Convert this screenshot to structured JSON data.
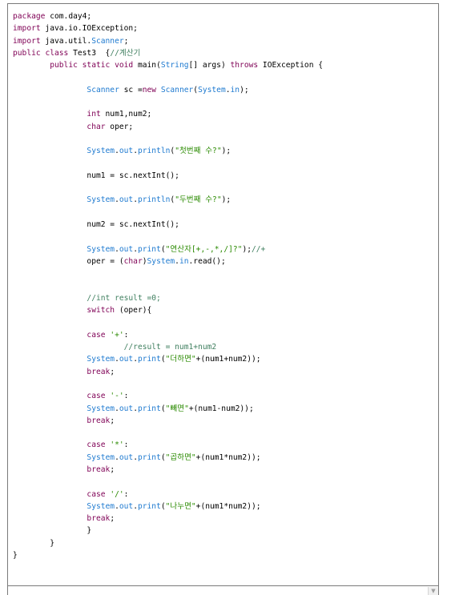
{
  "editor": {
    "lines": [
      [
        {
          "t": "package",
          "c": "kw"
        },
        {
          "t": " com.day4;",
          "c": ""
        }
      ],
      [
        {
          "t": "import",
          "c": "kw"
        },
        {
          "t": " java.io.IOException;",
          "c": ""
        }
      ],
      [
        {
          "t": "import",
          "c": "kw"
        },
        {
          "t": " java.util.",
          "c": ""
        },
        {
          "t": "Scanner",
          "c": "ty"
        },
        {
          "t": ";",
          "c": ""
        }
      ],
      [
        {
          "t": "public",
          "c": "kw"
        },
        {
          "t": " ",
          "c": ""
        },
        {
          "t": "class",
          "c": "kw"
        },
        {
          "t": " Test3  {",
          "c": ""
        },
        {
          "t": "//계산기",
          "c": "cm"
        }
      ],
      [
        {
          "t": "        ",
          "c": ""
        },
        {
          "t": "public",
          "c": "kw"
        },
        {
          "t": " ",
          "c": ""
        },
        {
          "t": "static",
          "c": "kw"
        },
        {
          "t": " ",
          "c": ""
        },
        {
          "t": "void",
          "c": "kw"
        },
        {
          "t": " main(",
          "c": ""
        },
        {
          "t": "String",
          "c": "ty"
        },
        {
          "t": "[] args) ",
          "c": ""
        },
        {
          "t": "throws",
          "c": "kw"
        },
        {
          "t": " IOException {",
          "c": ""
        }
      ],
      [],
      [
        {
          "t": "                ",
          "c": ""
        },
        {
          "t": "Scanner",
          "c": "ty"
        },
        {
          "t": " sc =",
          "c": ""
        },
        {
          "t": "new",
          "c": "kw"
        },
        {
          "t": " ",
          "c": ""
        },
        {
          "t": "Scanner",
          "c": "ty"
        },
        {
          "t": "(",
          "c": ""
        },
        {
          "t": "System",
          "c": "ty"
        },
        {
          "t": ".",
          "c": ""
        },
        {
          "t": "in",
          "c": "ty"
        },
        {
          "t": ");",
          "c": ""
        }
      ],
      [],
      [
        {
          "t": "                ",
          "c": ""
        },
        {
          "t": "int",
          "c": "kw"
        },
        {
          "t": " num1,num2;",
          "c": ""
        }
      ],
      [
        {
          "t": "                ",
          "c": ""
        },
        {
          "t": "char",
          "c": "kw"
        },
        {
          "t": " oper;",
          "c": ""
        }
      ],
      [],
      [
        {
          "t": "                ",
          "c": ""
        },
        {
          "t": "System",
          "c": "ty"
        },
        {
          "t": ".",
          "c": ""
        },
        {
          "t": "out",
          "c": "ty"
        },
        {
          "t": ".",
          "c": ""
        },
        {
          "t": "println",
          "c": "ty"
        },
        {
          "t": "(",
          "c": ""
        },
        {
          "t": "\"첫번째 수?\"",
          "c": "st"
        },
        {
          "t": ");",
          "c": ""
        }
      ],
      [],
      [
        {
          "t": "                num1 = sc.nextInt();",
          "c": ""
        }
      ],
      [],
      [
        {
          "t": "                ",
          "c": ""
        },
        {
          "t": "System",
          "c": "ty"
        },
        {
          "t": ".",
          "c": ""
        },
        {
          "t": "out",
          "c": "ty"
        },
        {
          "t": ".",
          "c": ""
        },
        {
          "t": "println",
          "c": "ty"
        },
        {
          "t": "(",
          "c": ""
        },
        {
          "t": "\"두번째 수?\"",
          "c": "st"
        },
        {
          "t": ");",
          "c": ""
        }
      ],
      [],
      [
        {
          "t": "                num2 = sc.nextInt();",
          "c": ""
        }
      ],
      [],
      [
        {
          "t": "                ",
          "c": ""
        },
        {
          "t": "System",
          "c": "ty"
        },
        {
          "t": ".",
          "c": ""
        },
        {
          "t": "out",
          "c": "ty"
        },
        {
          "t": ".",
          "c": ""
        },
        {
          "t": "print",
          "c": "ty"
        },
        {
          "t": "(",
          "c": ""
        },
        {
          "t": "\"연산자[+,-,*,/]?\"",
          "c": "st"
        },
        {
          "t": ");",
          "c": ""
        },
        {
          "t": "//+",
          "c": "cm"
        }
      ],
      [
        {
          "t": "                oper = (",
          "c": ""
        },
        {
          "t": "char",
          "c": "kw"
        },
        {
          "t": ")",
          "c": ""
        },
        {
          "t": "System",
          "c": "ty"
        },
        {
          "t": ".",
          "c": ""
        },
        {
          "t": "in",
          "c": "ty"
        },
        {
          "t": ".read();",
          "c": ""
        }
      ],
      [],
      [],
      [
        {
          "t": "                ",
          "c": ""
        },
        {
          "t": "//int result =0;",
          "c": "cm"
        }
      ],
      [
        {
          "t": "                ",
          "c": ""
        },
        {
          "t": "switch",
          "c": "kw"
        },
        {
          "t": " (oper){",
          "c": ""
        }
      ],
      [],
      [
        {
          "t": "                ",
          "c": ""
        },
        {
          "t": "case",
          "c": "kw"
        },
        {
          "t": " ",
          "c": ""
        },
        {
          "t": "'+'",
          "c": "st"
        },
        {
          "t": ":",
          "c": ""
        }
      ],
      [
        {
          "t": "                        ",
          "c": ""
        },
        {
          "t": "//result = num1+num2",
          "c": "cm"
        }
      ],
      [
        {
          "t": "                ",
          "c": ""
        },
        {
          "t": "System",
          "c": "ty"
        },
        {
          "t": ".",
          "c": ""
        },
        {
          "t": "out",
          "c": "ty"
        },
        {
          "t": ".",
          "c": ""
        },
        {
          "t": "print",
          "c": "ty"
        },
        {
          "t": "(",
          "c": ""
        },
        {
          "t": "\"더하면\"",
          "c": "st"
        },
        {
          "t": "+(num1+num2));",
          "c": ""
        }
      ],
      [
        {
          "t": "                ",
          "c": ""
        },
        {
          "t": "break",
          "c": "kw"
        },
        {
          "t": ";",
          "c": ""
        }
      ],
      [],
      [
        {
          "t": "                ",
          "c": ""
        },
        {
          "t": "case",
          "c": "kw"
        },
        {
          "t": " ",
          "c": ""
        },
        {
          "t": "'-'",
          "c": "st"
        },
        {
          "t": ":",
          "c": ""
        }
      ],
      [
        {
          "t": "                ",
          "c": ""
        },
        {
          "t": "System",
          "c": "ty"
        },
        {
          "t": ".",
          "c": ""
        },
        {
          "t": "out",
          "c": "ty"
        },
        {
          "t": ".",
          "c": ""
        },
        {
          "t": "print",
          "c": "ty"
        },
        {
          "t": "(",
          "c": ""
        },
        {
          "t": "\"빼면\"",
          "c": "st"
        },
        {
          "t": "+(num1-num2));",
          "c": ""
        }
      ],
      [
        {
          "t": "                ",
          "c": ""
        },
        {
          "t": "break",
          "c": "kw"
        },
        {
          "t": ";",
          "c": ""
        }
      ],
      [],
      [
        {
          "t": "                ",
          "c": ""
        },
        {
          "t": "case",
          "c": "kw"
        },
        {
          "t": " ",
          "c": ""
        },
        {
          "t": "'*'",
          "c": "st"
        },
        {
          "t": ":",
          "c": ""
        }
      ],
      [
        {
          "t": "                ",
          "c": ""
        },
        {
          "t": "System",
          "c": "ty"
        },
        {
          "t": ".",
          "c": ""
        },
        {
          "t": "out",
          "c": "ty"
        },
        {
          "t": ".",
          "c": ""
        },
        {
          "t": "print",
          "c": "ty"
        },
        {
          "t": "(",
          "c": ""
        },
        {
          "t": "\"곱하면\"",
          "c": "st"
        },
        {
          "t": "+(num1*num2));",
          "c": ""
        }
      ],
      [
        {
          "t": "                ",
          "c": ""
        },
        {
          "t": "break",
          "c": "kw"
        },
        {
          "t": ";",
          "c": ""
        }
      ],
      [],
      [
        {
          "t": "                ",
          "c": ""
        },
        {
          "t": "case",
          "c": "kw"
        },
        {
          "t": " ",
          "c": ""
        },
        {
          "t": "'/'",
          "c": "st"
        },
        {
          "t": ":",
          "c": ""
        }
      ],
      [
        {
          "t": "                ",
          "c": ""
        },
        {
          "t": "System",
          "c": "ty"
        },
        {
          "t": ".",
          "c": ""
        },
        {
          "t": "out",
          "c": "ty"
        },
        {
          "t": ".",
          "c": ""
        },
        {
          "t": "print",
          "c": "ty"
        },
        {
          "t": "(",
          "c": ""
        },
        {
          "t": "\"나누면\"",
          "c": "st"
        },
        {
          "t": "+(num1*num2));",
          "c": ""
        }
      ],
      [
        {
          "t": "                ",
          "c": ""
        },
        {
          "t": "break",
          "c": "kw"
        },
        {
          "t": ";",
          "c": ""
        }
      ],
      [
        {
          "t": "                }",
          "c": ""
        }
      ],
      [
        {
          "t": "        }",
          "c": ""
        }
      ],
      [
        {
          "t": "}",
          "c": ""
        }
      ]
    ]
  },
  "scrollbar": {
    "down_arrow_icon": "chevron-down-icon"
  }
}
